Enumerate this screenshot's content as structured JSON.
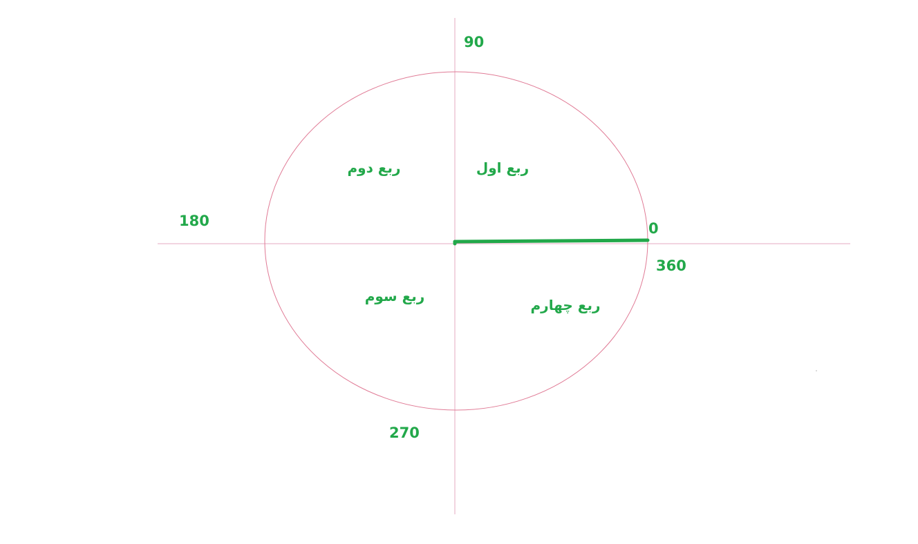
{
  "diagram": {
    "angle_labels": {
      "deg_0": "0",
      "deg_90": "90",
      "deg_180": "180",
      "deg_270": "270",
      "deg_360": "360"
    },
    "quadrant_labels": {
      "first": "ربع اول",
      "second": "ربع دوم",
      "third": "ربع سوم",
      "fourth": "ربع چهارم"
    },
    "colors": {
      "label": "#22a84a",
      "radius": "#22a84a",
      "circle": "#e07a95",
      "axes": "#e4a9c0"
    }
  }
}
